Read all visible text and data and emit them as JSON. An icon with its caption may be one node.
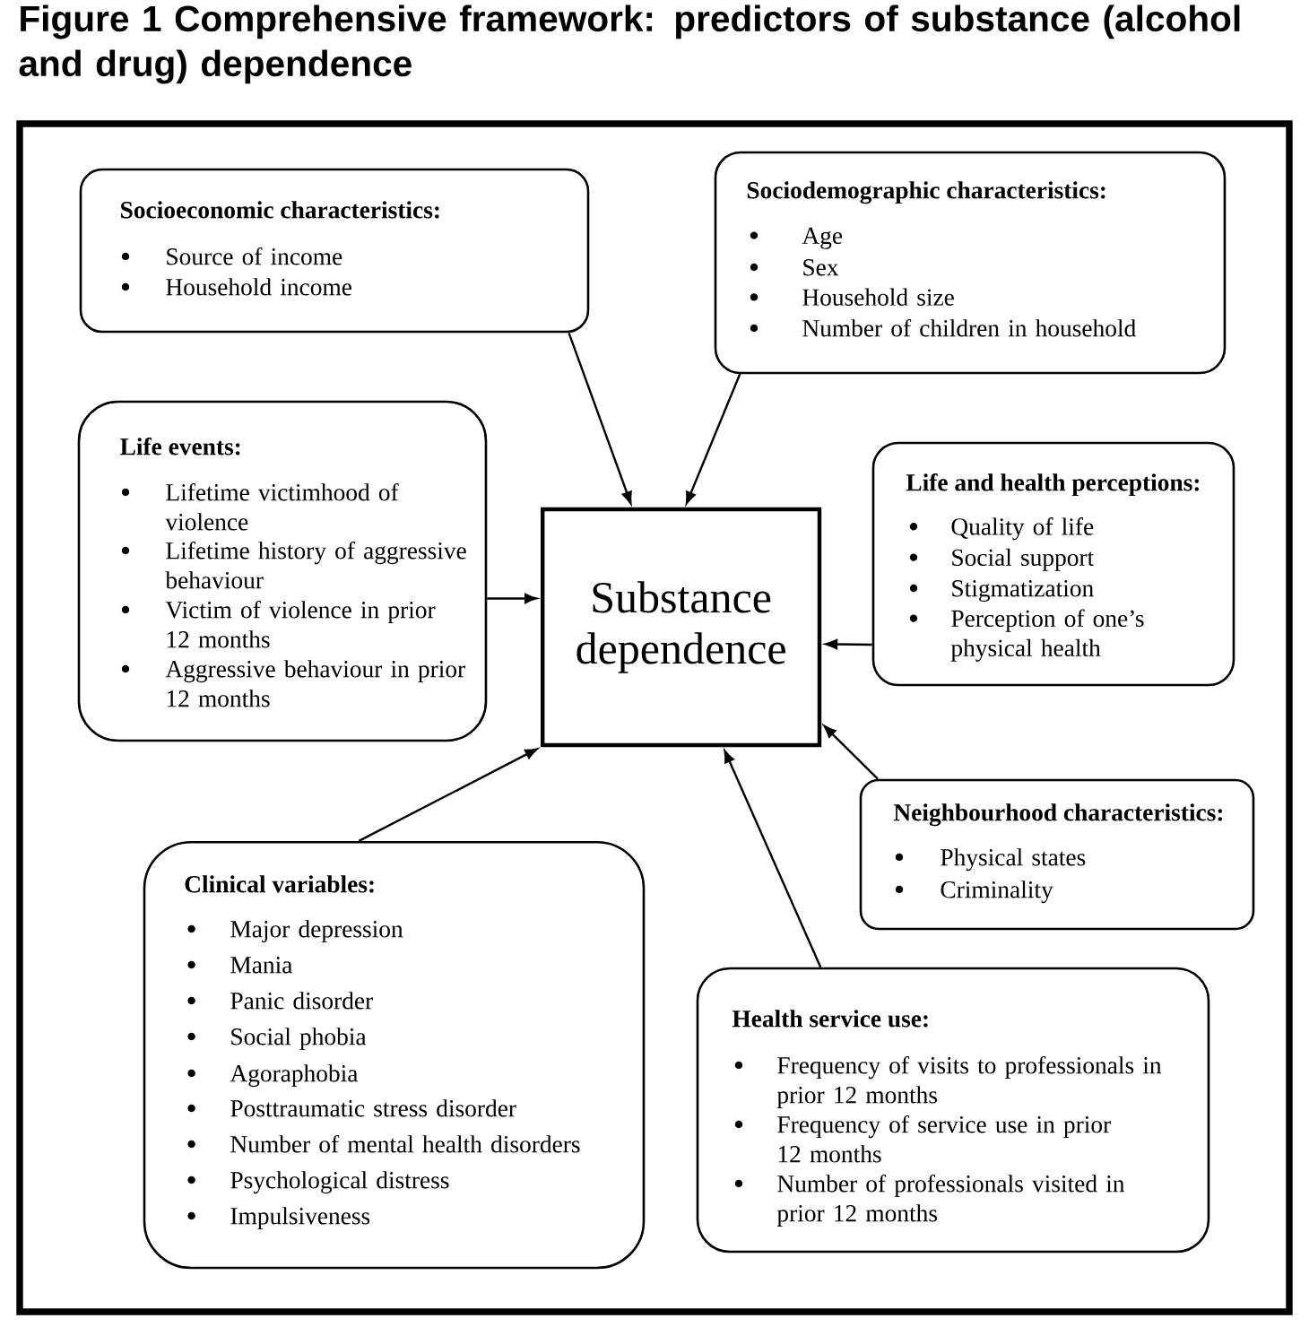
{
  "diagram": {
    "title": "Figure 1 Comprehensive framework: predictors of substance (alcohol and drug) dependence",
    "nodes": [
      {
        "text": [
          "Socioeconomic characteristics:",
          "Source of income",
          "Household income"
        ]
      },
      {
        "text": [
          "Sociodemographic characteristics:",
          "Age",
          "Sex",
          "Household size",
          "Number of children in household"
        ]
      },
      {
        "text": [
          "Life events:",
          "Lifetime victimhood of violence",
          "Lifetime history of aggressive behaviour",
          "Victim of violence in prior 12 months",
          "Aggressive behaviour in prior 12 months"
        ]
      },
      {
        "text": [
          "Substance dependence"
        ]
      },
      {
        "text": [
          "Life and health perceptions:",
          "Quality of life",
          "Social support",
          "Stigmatization",
          "Perception of one’s physical health"
        ]
      },
      {
        "text": [
          "Neighbourhood characteristics:",
          "Physical states",
          "Criminality"
        ]
      },
      {
        "text": [
          "Clinical variables:",
          "Major depression",
          "Mania",
          "Panic disorder",
          "Social phobia",
          "Agoraphobia",
          "Posttraumatic stress disorder",
          "Number of mental health disorders",
          "Psychological distress",
          "Impulsiveness"
        ]
      },
      {
        "text": [
          "Health service use:",
          "Frequency of visits to professionals in prior 12 months",
          "Frequency of service use in prior 12 months",
          "Number of professionals visited in prior 12 months"
        ]
      }
    ],
    "edges": [
      {
        "from": 0,
        "to": 3,
        "arrow": "to"
      },
      {
        "from": 1,
        "to": 3,
        "arrow": "to"
      },
      {
        "from": 2,
        "to": 3,
        "arrow": "to"
      },
      {
        "from": 4,
        "to": 3,
        "arrow": "to"
      },
      {
        "from": 5,
        "to": 3,
        "arrow": "to"
      },
      {
        "from": 6,
        "to": 3,
        "arrow": "to"
      },
      {
        "from": 7,
        "to": 3,
        "arrow": "to"
      }
    ]
  }
}
